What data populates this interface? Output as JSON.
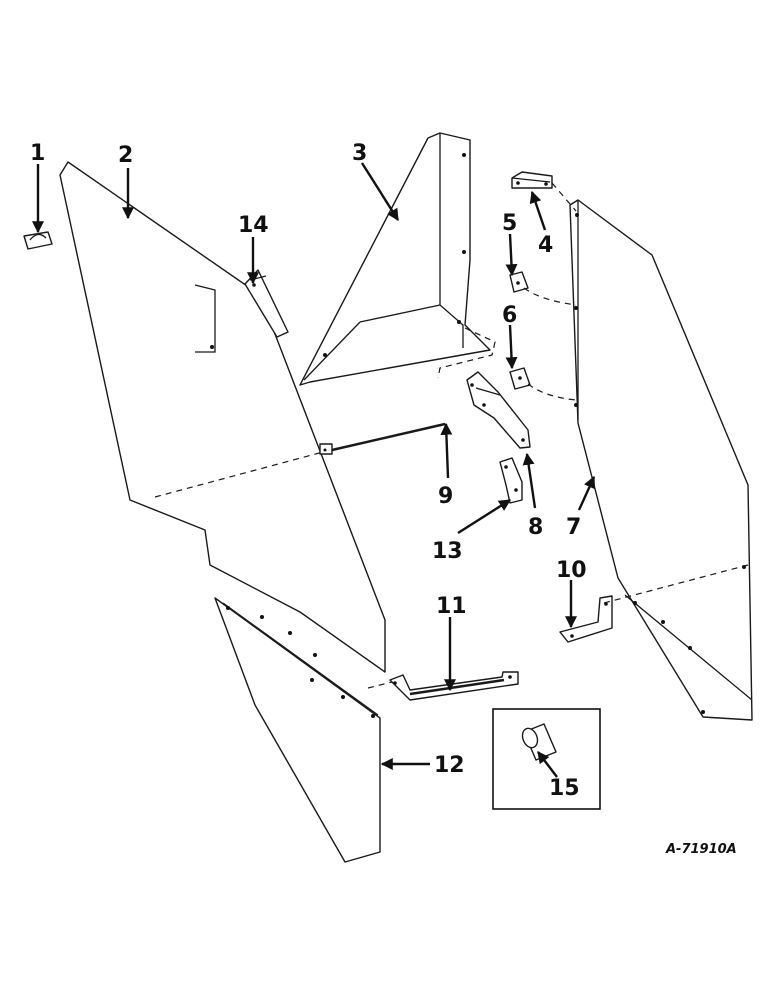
{
  "diagram": {
    "callouts": [
      "1",
      "2",
      "3",
      "4",
      "5",
      "6",
      "7",
      "8",
      "9",
      "10",
      "11",
      "12",
      "13",
      "14",
      "15"
    ],
    "drawing_number": "A-71910A"
  }
}
